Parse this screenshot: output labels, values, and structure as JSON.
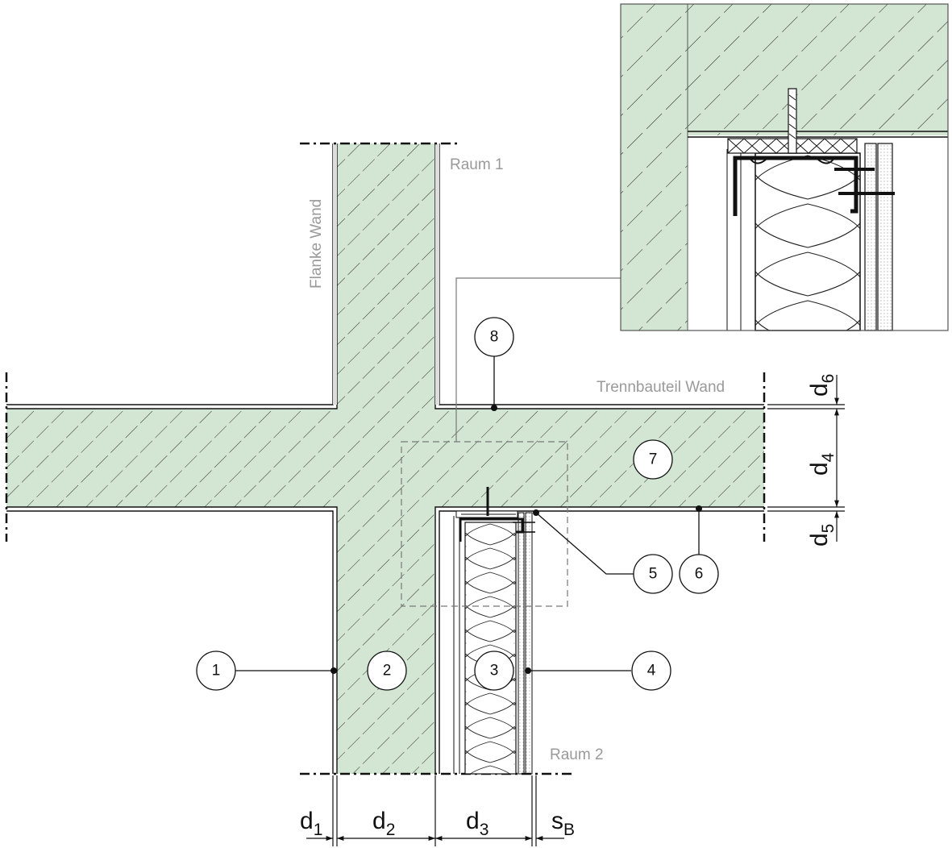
{
  "labels": {
    "raum1": "Raum 1",
    "raum2": "Raum 2",
    "flanke": "Flanke Wand",
    "trenn": "Trennbauteil Wand"
  },
  "callouts": [
    "1",
    "2",
    "3",
    "4",
    "5",
    "6",
    "7",
    "8"
  ],
  "dimensions": {
    "d1": {
      "base": "d",
      "sub": "1"
    },
    "d2": {
      "base": "d",
      "sub": "2"
    },
    "d3": {
      "base": "d",
      "sub": "3"
    },
    "sB": {
      "base": "s",
      "sub": "B"
    },
    "d4": {
      "base": "d",
      "sub": "4"
    },
    "d5": {
      "base": "d",
      "sub": "5"
    },
    "d6": {
      "base": "d",
      "sub": "6"
    }
  },
  "colors": {
    "concrete": "#d3e6d3",
    "line": "#111111",
    "label": "#9a9a9a"
  }
}
